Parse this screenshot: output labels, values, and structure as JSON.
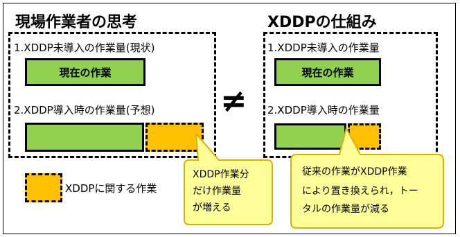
{
  "left_panel": {
    "title": "現場作業者の思考",
    "row1_label": "1.XDDP未導入の作業量(現状)",
    "current_work_label": "現在の作業",
    "row2_label": "2.XDDP導入時の作業量(予想)"
  },
  "right_panel": {
    "title": "XDDPの仕組み",
    "row1_label": "1.XDDP未導入の作業量",
    "current_work_label": "現在の作業",
    "row2_label": "2.XDDP導入時の作業量"
  },
  "not_equal_symbol": "≠",
  "legend": {
    "label": "XDDPに関する作業"
  },
  "callout_left": {
    "lines": [
      "XDDP作業分",
      "だけ作業量",
      "が増える"
    ]
  },
  "callout_right": {
    "lines": [
      "従来の作業がXDDP作業",
      "により置き換えられ，トー",
      "タルの作業量が減る"
    ]
  },
  "colors": {
    "work_green": "#92d050",
    "xddp_orange": "#ffc000",
    "callout_fill": "#ffff99",
    "callout_stroke": "#e0b000"
  }
}
